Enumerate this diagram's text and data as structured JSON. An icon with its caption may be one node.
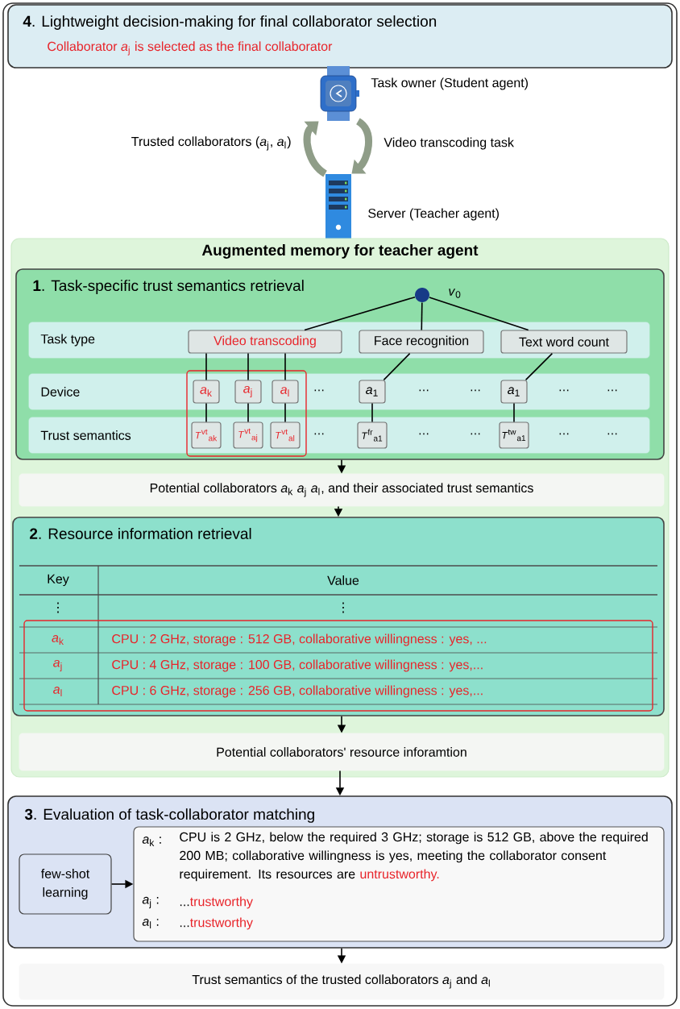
{
  "diagram": {
    "nodes": [
      {
        "text": [
          "**4**. Lightweight decision-making for final collaborator selection",
          "Collaborator *a*$_{j}$ is selected as the final collaborator"
        ]
      },
      {
        "text": [],
        "shape": "picture",
        "beside": [
          "Task owner (Student agent)"
        ]
      },
      {
        "text": [],
        "shape": "picture",
        "beside": [
          "Server (Teacher agent)"
        ]
      },
      {
        "text": [
          "Augmented memory for teacher agent"
        ]
      },
      {
        "text": [
          "**1**. Task-specific trust semantics retrieval"
        ],
        "in": 3
      },
      {
        "text": [],
        "shape": "circle",
        "in": 4,
        "beside": [
          "*v*$_{0}$"
        ]
      },
      {
        "text": [
          "Task type"
        ],
        "in": 4
      },
      {
        "text": [
          "Video transcoding"
        ],
        "in": 6
      },
      {
        "text": [
          "Face recognition"
        ],
        "in": 6
      },
      {
        "text": [
          "Text word count"
        ],
        "in": 6
      },
      {
        "text": [
          "Device"
        ],
        "in": 4
      },
      {
        "text": [
          "*a*$_{k}$"
        ],
        "in": 10
      },
      {
        "text": [
          "*a*$_{j}$"
        ],
        "in": 10
      },
      {
        "text": [
          "*a*$_{l}$"
        ],
        "in": 10
      },
      {
        "text": [
          "*a*$_{1}$"
        ],
        "in": 10
      },
      {
        "text": [
          "*a*$_{1}$"
        ],
        "in": 10
      },
      {
        "text": [
          "Trust semantics"
        ],
        "in": 4
      },
      {
        "text": [
          "*T*$^{vt}$$_{ak}$"
        ],
        "in": 16
      },
      {
        "text": [
          "*T*$^{vt}$$_{aj}$"
        ],
        "in": 16
      },
      {
        "text": [
          "*T*$^{vt}$$_{al}$"
        ],
        "in": 16
      },
      {
        "text": [
          "*T*$^{fr}$$_{a1}$"
        ],
        "in": 16
      },
      {
        "text": [
          "*T*$^{tw}$$_{a1}$"
        ],
        "in": 16
      },
      {
        "text": [
          "Potential collaborators *a*$_{k}$ *a*$_{j}$ *a*$_{l}$, and their associated trust semantics"
        ],
        "in": 3
      },
      {
        "text": [
          "**2**. Resource information retrieval",
          "Key",
          "Value",
          "⋮",
          "⋮",
          "*a*$_{k}$",
          "CPU : 2 GHz, storage : 512 GB, collaborative willingness : yes, ...",
          "*a*$_{j}$",
          "CPU : 4 GHz, storage : 100 GB, collaborative willingness : yes,...",
          "*a*$_{l}$",
          "CPU : 6 GHz, storage : 256 GB, collaborative willingness : yes,..."
        ],
        "in": 3
      },
      {
        "text": [
          "Potential collaborators' resource inforamtion"
        ],
        "in": 3
      },
      {
        "text": [
          "**3**. Evaluation of task-collaborator matching"
        ]
      },
      {
        "text": [
          "few-shot learning"
        ],
        "in": 25
      },
      {
        "text": [
          "*a*$_{k}$ :",
          "CPU is 2 GHz, below the required 3 GHz; storage is 512 GB, above the required 200 MB; collaborative willingness is yes, meeting the collaborator consent requirement. Its resources are",
          "untrustworthy.",
          "*a*$_{j}$ :",
          "...",
          "trustworthy",
          "*a*$_{l}$ :",
          "...",
          "trustworthy"
        ],
        "in": 25
      },
      {
        "text": [
          "Trust semantics of the trusted collaborators *a*$_{j}$ and *a*$_{l}$"
        ]
      }
    ],
    "edges": [
      {
        "from": 2,
        "to": 1,
        "arrow": "to",
        "label": "Trusted collaborators (*a*$_{j}$, *a*$_{l}$)",
        "style": "thick",
        "color": "#8f9d88"
      },
      {
        "from": 1,
        "to": 2,
        "arrow": "to",
        "label": "Video transcoding task",
        "style": "thick",
        "color": "#8f9d88"
      },
      {
        "from": 5,
        "to": 7,
        "arrow": "none"
      },
      {
        "from": 5,
        "to": 8,
        "arrow": "none"
      },
      {
        "from": 5,
        "to": 9,
        "arrow": "none"
      },
      {
        "from": 7,
        "to": 11,
        "arrow": "none"
      },
      {
        "from": 7,
        "to": 12,
        "arrow": "none"
      },
      {
        "from": 7,
        "to": 13,
        "arrow": "none"
      },
      {
        "from": 8,
        "to": 14,
        "arrow": "none"
      },
      {
        "from": 9,
        "to": 15,
        "arrow": "none"
      },
      {
        "from": 11,
        "to": 17,
        "arrow": "none"
      },
      {
        "from": 12,
        "to": 18,
        "arrow": "none"
      },
      {
        "from": 13,
        "to": 19,
        "arrow": "none"
      },
      {
        "from": 14,
        "to": 20,
        "arrow": "none"
      },
      {
        "from": 15,
        "to": 21,
        "arrow": "none"
      },
      {
        "from": 4,
        "to": 22,
        "arrow": "to"
      },
      {
        "from": 22,
        "to": 23,
        "arrow": "to"
      },
      {
        "from": 23,
        "to": 24,
        "arrow": "to"
      },
      {
        "from": 24,
        "to": 25,
        "arrow": "to"
      },
      {
        "from": 26,
        "to": 27,
        "arrow": "to"
      },
      {
        "from": 25,
        "to": 28,
        "arrow": "to"
      }
    ],
    "labels": [
      "⋯",
      "⋯",
      "⋯",
      "⋯",
      "⋯",
      "⋯",
      "⋯",
      "⋯",
      "⋯",
      "⋯"
    ]
  }
}
